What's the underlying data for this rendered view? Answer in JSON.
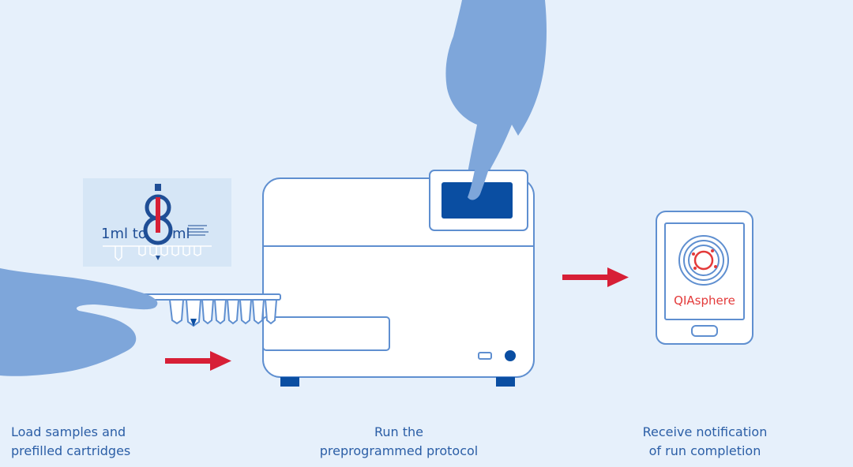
{
  "steps": [
    {
      "line1": "Load samples and",
      "line2": "prefilled cartridges"
    },
    {
      "line1": "Run the",
      "line2": "preprogrammed protocol"
    },
    {
      "line1": "Receive notification",
      "line2": "of run completion"
    }
  ],
  "logo": {
    "left": "1ml to",
    "right": "ml"
  },
  "tablet": {
    "app_name": "QIAsphere"
  },
  "colors": {
    "background": "#e6f0fb",
    "hand": "#7ea6da",
    "instrument_outline": "#5f8fd0",
    "screen": "#0a4ea2",
    "arrow": "#d71f36",
    "caption": "#2b5ea6",
    "brand_red": "#e33a3a"
  }
}
